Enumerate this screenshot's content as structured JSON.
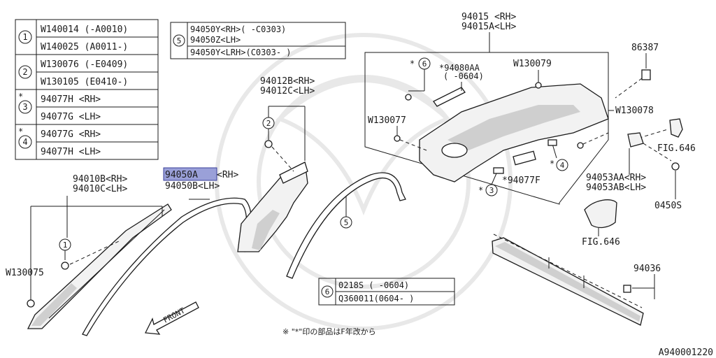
{
  "legend_left": [
    {
      "num": "1",
      "asterisk": "",
      "rows": [
        "W140014 (-A0010)",
        "W140025 (A0011-)"
      ]
    },
    {
      "num": "2",
      "asterisk": "",
      "rows": [
        "W130076 (-E0409)",
        "W130105 (E0410-)"
      ]
    },
    {
      "num": "3",
      "asterisk": "*",
      "rows": [
        "94077H  <RH>",
        "94077G  <LH>"
      ]
    },
    {
      "num": "4",
      "asterisk": "*",
      "rows": [
        "94077G  <RH>",
        "94077H  <LH>"
      ]
    }
  ],
  "legend_5": {
    "num": "5",
    "rows": [
      "94050Y<RH>( -C0303)",
      "94050Z<LH>",
      "94050Y<LRH>(C0303- )"
    ]
  },
  "legend_6": {
    "num": "6",
    "rows": [
      "0218S  ( -0604)",
      "Q360011(0604- )"
    ]
  },
  "labels": {
    "p94010_rh": "94010B<RH>",
    "p94010_lh": "94010C<LH>",
    "w130075": "W130075",
    "p94050a": "94050A",
    "p94050a_rh": "<RH>",
    "p94050b": "94050B<LH>",
    "p94012_rh": "94012B<RH>",
    "p94012_lh": "94012C<LH>",
    "p94015_rh": "94015 <RH>",
    "p94015_lh": "94015A<LH>",
    "p94080": "*94080AA",
    "p94080_range": "( -0604)",
    "w130079": "W130079",
    "w130077": "W130077",
    "w130078": "W130078",
    "p86387": "86387",
    "fig646a": "FIG.646",
    "fig646b": "FIG.646",
    "p94053_rh": "94053AA<RH>",
    "p94053_lh": "94053AB<LH>",
    "p0450s": "0450S",
    "p94077f": "*94077F",
    "p94036": "94036",
    "front": "FRONT",
    "note": "※ \"*\"印の部品はF年改から",
    "diagram_id": "A940001220"
  },
  "callouts": {
    "c1": "1",
    "c2": "2",
    "c3": "3",
    "c4": "4",
    "c5": "5",
    "c6": "6",
    "star": "*"
  },
  "highlight_color": "#9aa0d8"
}
